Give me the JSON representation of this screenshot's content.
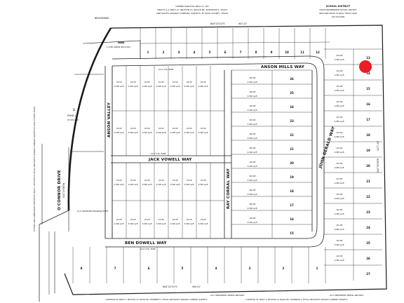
{
  "header": {
    "owner": "OWNER RANCHOS REAL IV, LTD",
    "tracts": "TRACTS 1-A AND 1-E, SECTION 15, BLOCK 80, TOWNSHIP 3, TEXAS",
    "railway": "AND PACIFIC RAILWAY COMPANY SURVEYS, EL PASO COUNTY, TEXAS",
    "top_bearing": "N44°23'22\"E",
    "top_distance": "907.22'",
    "benchmark": "BENCHMARK"
  },
  "school_district": {
    "title": "SCHOOL DISTRICT",
    "name": "YSLETA INDEPENDENT SCHOOL DISTRICT",
    "address": "9600 SIMS DRIVE, EL PASO, TEXAS 79925",
    "phone": "915-434-0000"
  },
  "streets": {
    "anson_mills": "ANSON MILLS WAY",
    "jack_vowell": "JACK VOWELL WAY",
    "ben_dowell": "BEN DOWELL WAY",
    "ray_corral": "RAY CORRAL WAY",
    "john_gerald": "JOHN GERALD WAY",
    "anson_valley": "ANSON VALLEY",
    "oconnor": "O'CONNOR DRIVE",
    "oconnor_bearing": "S42°23'06\"W"
  },
  "labels": {
    "park": "PARK",
    "park_area": "1.2780 ANSON MILLS WAY",
    "pond_num": "1",
    "pond": "POND 1",
    "pond_area": "33,505 sq.ft.",
    "utility": "10.0' UTIL. ESMT.",
    "drainage": "10.0' PROPOSED DRAINAGE ESMT.",
    "sewer": "25.0' PERMANENT SEWER LINE ESMT.",
    "bottom_bearing": "N44°22'51\"E",
    "bottom_distance": "940.01'",
    "east_bearing": "S42°38'38\"E",
    "east_distance": "1177.15'",
    "portion_left": "A PORTION OF TRACT 3, SECTION 15, BLOCK 80, TOWNSHIP 3, TEXAS AND PACIFIC RAILWAY COMPANY SURVEYS",
    "portion_right": "A PORTION OF TRACT 3, SECTION 15, BLOCK 80, TOWNSHIP 3, TEXAS AND PACIFIC RAILWAY COMPANY SURVEYS",
    "left_note": "FUTURE LAND SUBDIVISION PORTION OF TRACT 1 SECTION 16 TEXAS AND PACIFIC RAILWAY COMPANY SURVEYS EL PASO COUNTY TEXAS"
  },
  "lot_numbers": {
    "top_row": [
      "1",
      "2",
      "3",
      "4",
      "5",
      "6",
      "7",
      "8",
      "9",
      "10",
      "11",
      "12"
    ],
    "east_block": [
      "13",
      "14",
      "15",
      "16",
      "17",
      "18",
      "19",
      "20",
      "21",
      "22",
      "23",
      "24",
      "25",
      "26",
      "27"
    ],
    "bottom_row": [
      "8",
      "7",
      "6",
      "5",
      "4",
      "3",
      "2",
      "1"
    ],
    "gerald_block": [
      "26",
      "25",
      "24",
      "23",
      "22",
      "21",
      "20",
      "19",
      "18",
      "17",
      "16",
      "15"
    ]
  },
  "dimensions": {
    "lot_width": "45.00'",
    "lot_depth": "100.00'",
    "lot_depth_alt": "110.00'",
    "lot_area": "4,500 sq.ft.",
    "lot_area_alt": "4,950 sq.ft."
  },
  "colors": {
    "line": "#1a1a1a",
    "marker": "#ea1c24"
  }
}
